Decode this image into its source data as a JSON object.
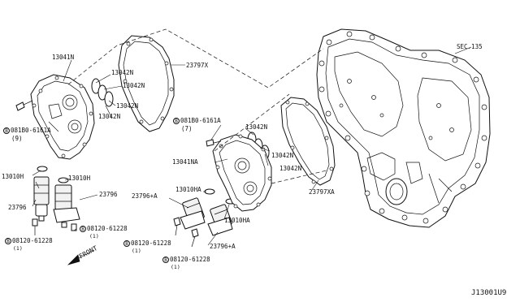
{
  "labels": {
    "sec135": "SEC.135",
    "p13041N": "13041N",
    "p23797X": "23797X",
    "p13042N_a": "13042N",
    "p13042N_b": "13042N",
    "p13042N_c": "13042N",
    "p13042N_d": "13042N",
    "p13042N_e": "13042N",
    "p13042N_f": "13042N",
    "bolt_left": "081B0-6161A",
    "bolt_left_qty": "(9)",
    "bolt_mid": "081B0-6161A",
    "bolt_mid_qty": "(7)",
    "p13041NA": "13041NA",
    "p23797XA": "23797XA",
    "p13010H_a": "13010H",
    "p13010H_b": "13010H",
    "p23796_a": "23796",
    "p23796_b": "23796",
    "p23796A_a": "23796+A",
    "p23796A_b": "23796+A",
    "p13010HA_a": "13010HA",
    "p13010HA_b": "13010HA",
    "bolt_r1": "08120-61228",
    "bolt_r1_qty": "(1)",
    "bolt_r2": "08120-61228",
    "bolt_r2_qty": "(1)",
    "bolt_r3": "08120-61228",
    "bolt_r3_qty": "(1)",
    "bolt_r4": "08120-61228",
    "bolt_r4_qty": "(1)",
    "front": "FRONT",
    "diagram_ref": "J13001U9"
  },
  "symbols": {
    "bolt_b": "B"
  }
}
